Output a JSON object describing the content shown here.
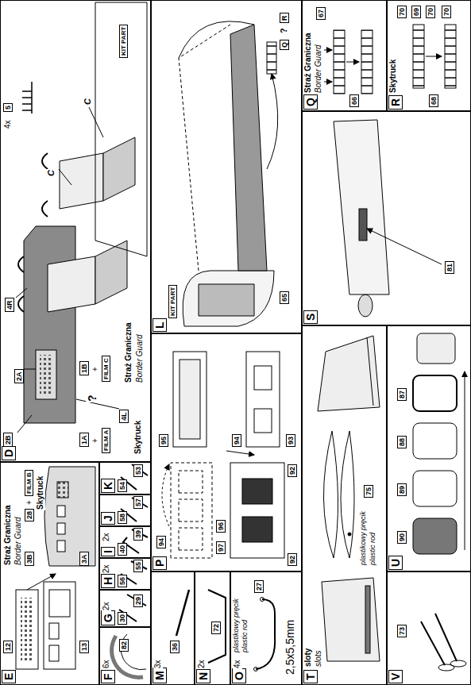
{
  "diagram": {
    "nodes": [
      {
        "text": [
          "D"
        ]
      },
      {
        "text": [
          "E"
        ]
      },
      {
        "text": [
          "F"
        ]
      },
      {
        "text": [
          "G"
        ]
      },
      {
        "text": [
          "H"
        ]
      },
      {
        "text": [
          "I"
        ]
      },
      {
        "text": [
          "J"
        ]
      },
      {
        "text": [
          "K"
        ]
      },
      {
        "text": [
          "L"
        ]
      },
      {
        "text": [
          "M"
        ]
      },
      {
        "text": [
          "N"
        ]
      },
      {
        "text": [
          "O"
        ]
      },
      {
        "text": [
          "P"
        ]
      },
      {
        "text": [
          "Q"
        ]
      },
      {
        "text": [
          "R"
        ]
      },
      {
        "text": [
          "S"
        ]
      },
      {
        "text": [
          "T"
        ]
      },
      {
        "text": [
          "U"
        ]
      },
      {
        "text": [
          "V"
        ]
      }
    ],
    "labels": [
      "2B",
      "2A",
      "4R",
      "4L",
      "4x",
      "5",
      "KIT PART",
      "C",
      "C",
      "1A",
      "+",
      "FILM A",
      "1B",
      "+",
      "FILM C",
      "?",
      "Skytruck",
      "Straż Graniczna",
      "Border Guard",
      "12",
      "13",
      "Straż Graniczna",
      "Border Guard",
      "3B",
      "3A",
      "28",
      "+",
      "FILM B",
      "Skytruck",
      "6x",
      "82",
      "2x",
      "30",
      "29",
      "2x",
      "56",
      "55",
      "2x",
      "40",
      "39",
      "58",
      "57",
      "54",
      "53",
      "KIT PART",
      "65",
      "Q",
      "?",
      "R",
      "94",
      "95",
      "94",
      "93",
      "97",
      "96",
      "92",
      "92",
      "3x",
      "36",
      "2x",
      "72",
      "4x",
      "plastikowy pręcik",
      "plastic rod",
      "27",
      "2,5x5,5mm",
      "Straż Graniczna",
      "Border Guard",
      "67",
      "66",
      "Skytruck",
      "68",
      "70",
      "69",
      "70",
      "70",
      "81",
      "sloty",
      "slots",
      "plastikowy pręcik",
      "plastic rod",
      "75",
      "90",
      "89",
      "88",
      "87",
      "73"
    ]
  }
}
